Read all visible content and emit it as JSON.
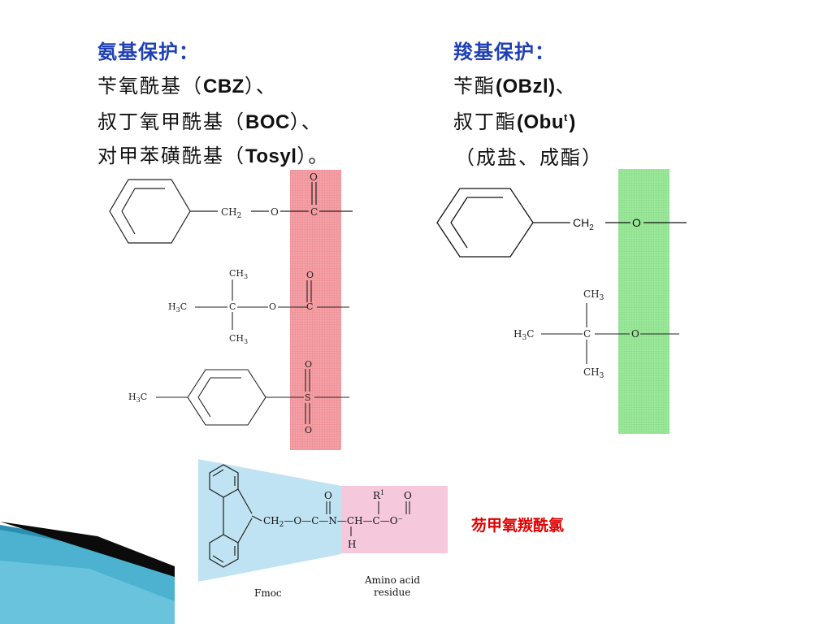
{
  "left": {
    "heading": "氨基保护：",
    "line1_cn": "苄氧酰基（",
    "line1_code": "CBZ",
    "line1_end": "）、",
    "line2_cn": "叔丁氧甲酰基（",
    "line2_code": "BOC",
    "line2_end": "）、",
    "line3_cn": "对甲苯磺酰基（",
    "line3_code": "Tosyl",
    "line3_end": "）。"
  },
  "right": {
    "heading": "羧基保护：",
    "line1_cn": "苄酯",
    "line1_code": "(OBzl)",
    "line1_end": "、",
    "line2_cn": "叔丁酯",
    "line2_code": "(Obu",
    "line2_sup": "t",
    "line2_end": ")",
    "line3": "（成盐、成酯）"
  },
  "structures": {
    "ch2": "CH",
    "sub2": "2",
    "o": "O",
    "c": "C",
    "s": "S",
    "ch3": "CH",
    "sub3": "3",
    "h3c": "H",
    "h3c_c": "C"
  },
  "fmoc": {
    "chain_ch2": "CH",
    "chain_sub": "2",
    "chain_rest": "—O—C—N—CH—C—O⁻",
    "o_top1": "O",
    "r1": "R",
    "r1_sup": "1",
    "o_top2": "O",
    "h": "H",
    "label_fmoc": "Fmoc",
    "label_aa1": "Amino acid",
    "label_aa2": "residue",
    "name": "芴甲氧羰酰氯"
  },
  "colors": {
    "heading": "#1f3fb5",
    "red_band": "#f4a0a6",
    "green_band": "#9be89b",
    "fmoc_blue": "#bfe3f2",
    "aa_pink": "#f6c8dc",
    "label_red": "#e00000"
  }
}
